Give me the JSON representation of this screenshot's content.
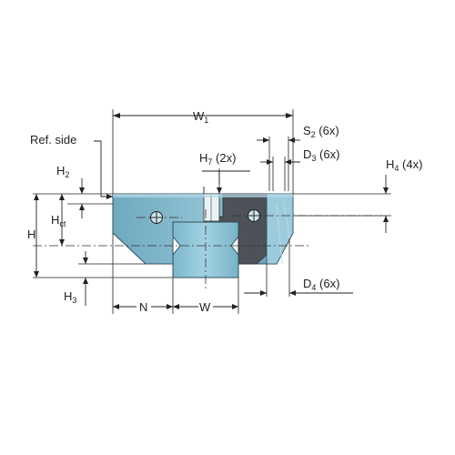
{
  "labels": {
    "w1_main": "W",
    "w1_sub": "1",
    "s2_main": "S",
    "s2_sub": "2",
    "s2_count": " (6x)",
    "ref_side": "Ref. side",
    "h7_main": "H",
    "h7_sub": "7",
    "h7_count": " (2x)",
    "d3_main": "D",
    "d3_sub": "3",
    "d3_count": " (6x)",
    "h4_main": "H",
    "h4_sub": "4",
    "h4_count": " (4x)",
    "h2_main": "H",
    "h2_sub": "2",
    "h_main": "H",
    "hct_main": "H",
    "hct_sub": "ct",
    "h3_main": "H",
    "h3_sub": "3",
    "d4_main": "D",
    "d4_sub": "4",
    "d4_count": " (6x)",
    "n_main": "N",
    "w_main": "W"
  },
  "colors": {
    "carriage_fill": "#7fb4c8",
    "carriage_dark": "#4a4f55",
    "carriage_light": "#a9cfde",
    "rail_fill": "#8cc3d6",
    "lines": "#222222"
  }
}
